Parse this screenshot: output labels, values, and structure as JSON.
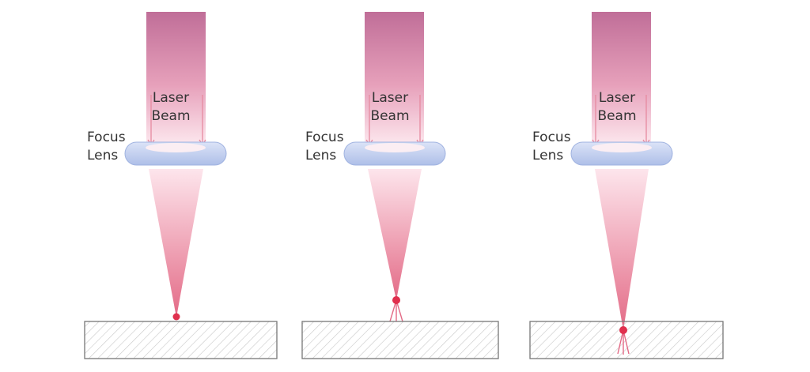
{
  "labels": {
    "beam": [
      "Laser",
      "Beam"
    ],
    "lens": [
      "Focus",
      "Lens"
    ]
  },
  "colors": {
    "beam_top": "#c06e98",
    "beam_bottom": "#fde9ef",
    "cone_top": "#fde5ec",
    "cone_bottom": "#e36a86",
    "focal_point": "#e0304e",
    "lens": "#c5d2f2",
    "lens_edge": "#9fb2e0",
    "workpiece_border": "#777777",
    "hatch": "#c8c8c8",
    "arrow": "#e68aa0"
  },
  "icons": {
    "arrow": "arrow-down-icon",
    "focal": "focal-point-icon"
  }
}
